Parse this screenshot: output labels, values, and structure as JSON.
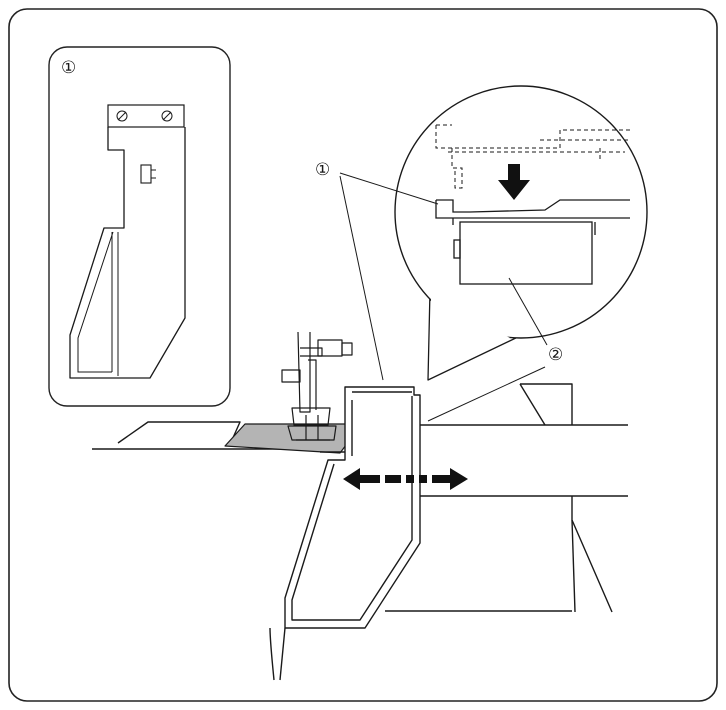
{
  "diagram": {
    "inset_top_left": {
      "callout": "①"
    },
    "inset_magnified_circle": {
      "callout": "②"
    },
    "main_illustration": {
      "callout": "①"
    }
  },
  "colors": {
    "line": "#1a1a1a",
    "fabric_fill": "#b4b4b4",
    "frame": "#222222",
    "background": "#ffffff"
  }
}
